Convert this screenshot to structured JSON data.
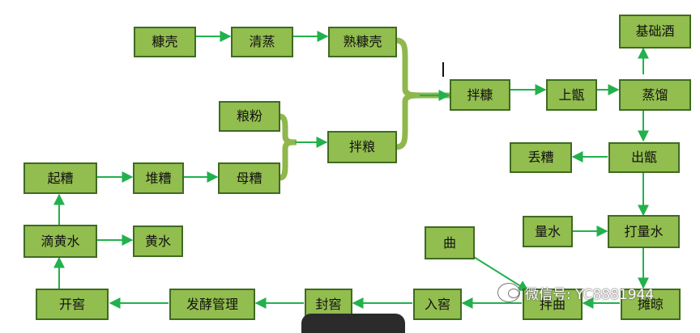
{
  "nodes": {
    "kangke": "糠壳",
    "qingzheng": "清蒸",
    "shukangke": "熟糠壳",
    "bankang": "拌糠",
    "shangzeng": "上甑",
    "zhengliu": "蒸馏",
    "jichujiu": "基础酒",
    "liangfen": "粮粉",
    "banliang": "拌粮",
    "chuzeng": "出甑",
    "diuzao": "丢糟",
    "qizao": "起糟",
    "duizao": "堆糟",
    "muzao": "母糟",
    "liangshui": "量水",
    "daliangshui": "打量水",
    "dihuangshui": "滴黄水",
    "huangshui": "黄水",
    "qu": "曲",
    "kaijiao": "开窖",
    "fajiaoguanli": "发酵管理",
    "fengjiao": "封窖",
    "rujiao": "入窖",
    "banqu": "拌曲",
    "tanliang": "摊晾"
  },
  "watermark": "微信号: YC8881944",
  "colors": {
    "box_fill": "#92bd4f",
    "box_border": "#3e6b22",
    "arrow": "#22b14c",
    "merge_band": "#8fb74c"
  }
}
